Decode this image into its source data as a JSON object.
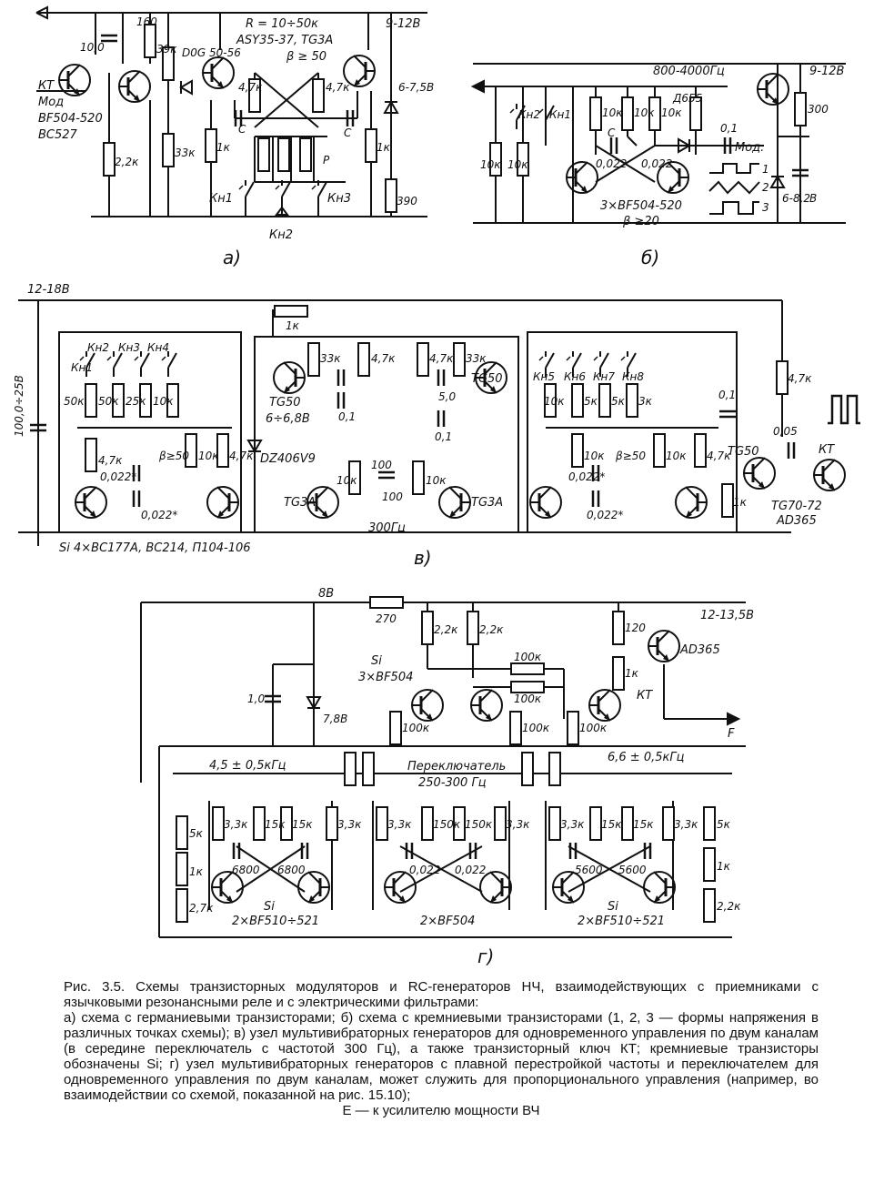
{
  "panels": {
    "a": {
      "label": "а)",
      "supply": "9-12В",
      "r_note": "R = 10÷50к",
      "transistors_note": "ASY35-37, TG3A",
      "beta_note": "β ≥ 50",
      "kt_label": "КТ",
      "mod_label": "Мод",
      "kt_types_1": "BF504-520",
      "kt_types_2": "BC527",
      "cap_10": "10,0",
      "r_160": "160",
      "r_39k": "39к",
      "diode": "D0G 50-56",
      "r_47k_a": "4,7к",
      "r_47k_b": "4,7к",
      "c_left": "С",
      "c_right": "С",
      "zener": "6-7,5В",
      "r_22k": "2,2к",
      "r_33k": "33к",
      "r_1k_a": "1к",
      "r_1k_b": "1к",
      "r_390": "390",
      "p_label": "Р",
      "kn1": "Кн1",
      "kn2": "Кн2",
      "kn3": "Кн3"
    },
    "b": {
      "label": "б)",
      "freq": "800-4000Гц",
      "supply": "9-12В",
      "kn1": "Кн1",
      "kn2": "Кн2",
      "r_10k": "10к",
      "diodes": "Д655",
      "c_01": "0,1",
      "mod_label": "Мод.",
      "c_0022_a": "0,022",
      "c_0022_b": "0,022",
      "c_label": "С",
      "transistors": "3×BF504-520",
      "beta": "β ≥20",
      "r_300": "300",
      "zener": "6-8,2",
      "cap_unit": "В",
      "wave_1": "1",
      "wave_2": "2",
      "wave_3": "3"
    },
    "c": {
      "label": "в)",
      "supply": "12-18В",
      "cap_main": "100,0÷25В",
      "r_1k": "1к",
      "kn1": "Кн1",
      "kn2": "Кн2",
      "kn3": "Кн3",
      "kn4": "Кн4",
      "kn5": "Кн5",
      "kn6": "Кн6",
      "kn7": "Кн7",
      "kn8": "Кн8",
      "r_50k": "50к",
      "r_25k": "25к",
      "r_10k": "10к",
      "r_47k": "4,7к",
      "r_33k": "33к",
      "r_5k": "5к",
      "r_3k": "3к",
      "c_0022": "0,022*",
      "beta": "β≥50",
      "tg50": "TG50",
      "zener_v": "6÷6,8В",
      "zener": "DZ406V9",
      "c_01": "0,1",
      "c_50": "5,0",
      "r_100": "100",
      "tg3a": "TG3A",
      "freq": "300Гц",
      "c_005": "0,05",
      "kt_label": "КТ",
      "kt_type": "TG70-72",
      "kt_type2": "AD365",
      "transistors_note": "Si 4×BC177A, BC214, П104-106"
    },
    "d": {
      "label": "г)",
      "v8": "8В",
      "r_270": "270",
      "supply": "12-13,5В",
      "r_22k": "2,2к",
      "r_120": "120",
      "ad365": "AD365",
      "r_100k": "100к",
      "si_label": "Si",
      "si_types": "3×BF504",
      "cap_1": "1,0",
      "zener": "7,8В",
      "r_1k": "1к",
      "kt": "КТ",
      "f_label": "F",
      "f_freq_left": "4,5 ± 0,5кГц",
      "switch_label": "Переключатель",
      "switch_freq": "250-300 Гц",
      "f_freq_right": "6,6 ± 0,5кГц",
      "r_5k": "5к",
      "r_33k": "3,3к",
      "r_15k": "15к",
      "r_150k": "150к",
      "r_27k": "2,7к",
      "c_6800": "6800",
      "c_0022": "0,022",
      "c_5600": "5600",
      "group_left": "2×BF510÷521",
      "group_mid": "2×BF504",
      "group_right": "2×BF510÷521"
    }
  },
  "caption": {
    "title": "Рис. 3.5. Схемы транзисторных модуляторов и RC-генераторов НЧ, взаимодействующих с приемниками с язычковыми резонансными реле и с электрическими фильтрами:",
    "item_a": "а) схема с германиевыми транзисторами; б) схема с кремниевыми транзисторами (1, 2, 3 — формы напряжения в различных точках схемы); в) узел мультивибраторных генераторов для одновременного управления по двум каналам (в середине переключатель с частотой 300 Гц), а также транзисторный ключ КТ; кремниевые транзисторы обозначены Si; г) узел мультивибраторных генераторов с плавной перестройкой частоты и переключателем для одновременного управления по двум каналам, может служить для пропорционального управления (например, во взаимодействии со схемой, показанной на рис. 15.10);",
    "item_e": "Е — к усилителю мощности ВЧ"
  }
}
